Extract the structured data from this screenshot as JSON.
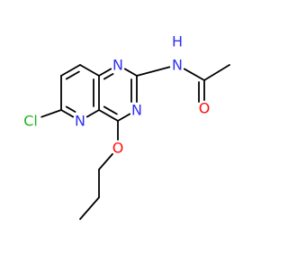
{
  "molecule": {
    "atom_labels": {
      "n_amide": "N",
      "h_amide": "H",
      "o_carbonyl": "O",
      "n1": "N",
      "n3": "N",
      "n5": "N",
      "cl": "Cl",
      "o_ether": "O"
    },
    "colors": {
      "bond": "#000000",
      "nitrogen": "#3030f0",
      "oxygen": "#ff0d0d",
      "chlorine": "#1fb41f"
    }
  }
}
